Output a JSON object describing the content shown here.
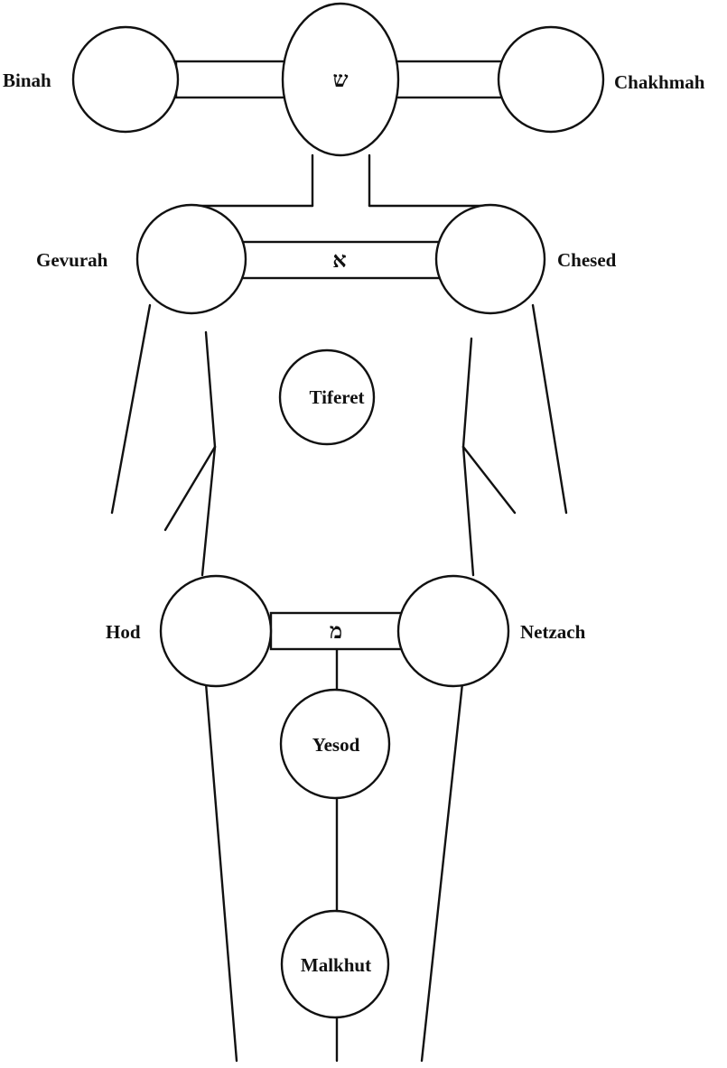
{
  "diagram": {
    "nodes": {
      "binah": "Binah",
      "chakhmah": "Chakhmah",
      "gevurah": "Gevurah",
      "chesed": "Chesed",
      "tiferet": "Tiferet",
      "hod": "Hod",
      "netzach": "Netzach",
      "yesod": "Yesod",
      "malkhut": "Malkhut"
    },
    "letters": {
      "shin": "ש",
      "aleph": "א",
      "mem": "מ"
    }
  }
}
